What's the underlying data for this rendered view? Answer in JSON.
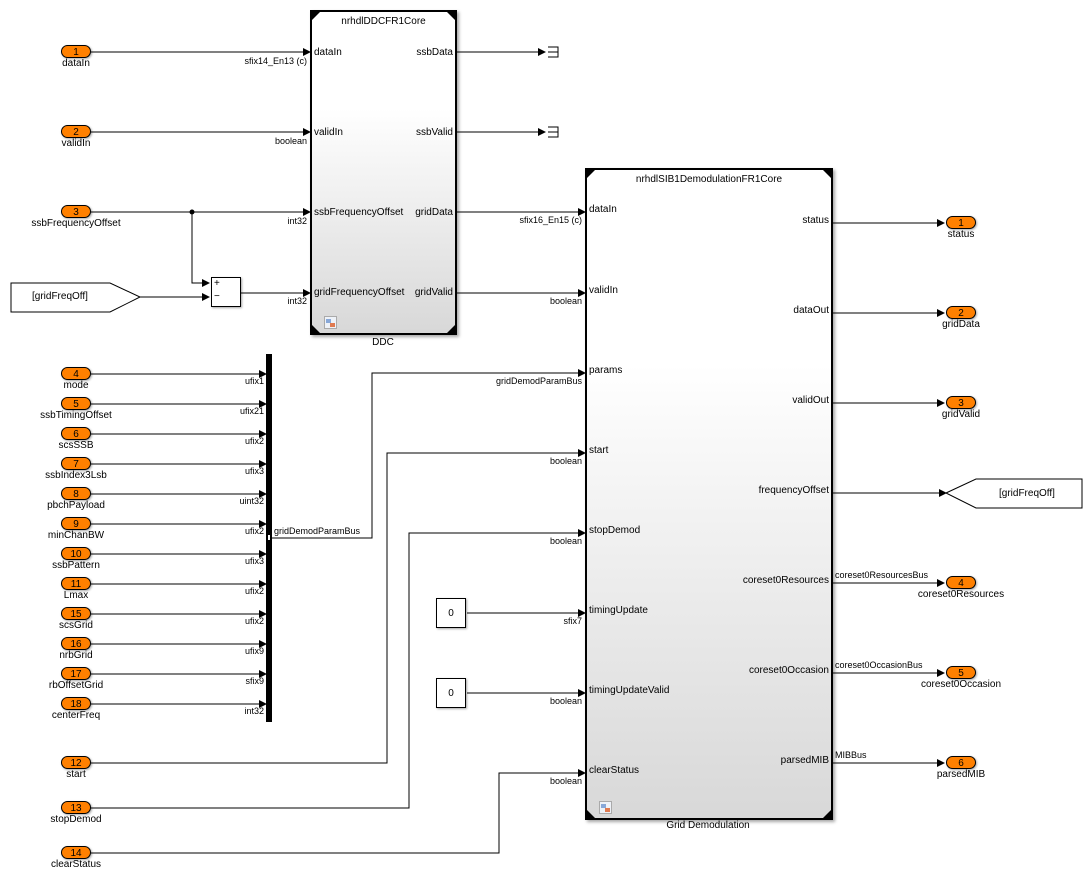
{
  "inports": [
    {
      "num": "1",
      "name": "dataIn",
      "sigtype": "sfix14_En13 (c)"
    },
    {
      "num": "2",
      "name": "validIn",
      "sigtype": "boolean"
    },
    {
      "num": "3",
      "name": "ssbFrequencyOffset",
      "sigtype": "int32"
    },
    {
      "num": "4",
      "name": "mode",
      "sigtype": "ufix1"
    },
    {
      "num": "5",
      "name": "ssbTimingOffset",
      "sigtype": "ufix21"
    },
    {
      "num": "6",
      "name": "scsSSB",
      "sigtype": "ufix2"
    },
    {
      "num": "7",
      "name": "ssbIndex3Lsb",
      "sigtype": "ufix3"
    },
    {
      "num": "8",
      "name": "pbchPayload",
      "sigtype": "uint32"
    },
    {
      "num": "9",
      "name": "minChanBW",
      "sigtype": "ufix2"
    },
    {
      "num": "10",
      "name": "ssbPattern",
      "sigtype": "ufix3"
    },
    {
      "num": "11",
      "name": "Lmax",
      "sigtype": "ufix2"
    },
    {
      "num": "15",
      "name": "scsGrid",
      "sigtype": "ufix2"
    },
    {
      "num": "16",
      "name": "nrbGrid",
      "sigtype": "ufix9"
    },
    {
      "num": "17",
      "name": "rbOffsetGrid",
      "sigtype": "sfix9"
    },
    {
      "num": "18",
      "name": "centerFreq",
      "sigtype": "int32"
    },
    {
      "num": "12",
      "name": "start"
    },
    {
      "num": "13",
      "name": "stopDemod"
    },
    {
      "num": "14",
      "name": "clearStatus"
    }
  ],
  "outports": [
    {
      "num": "1",
      "name": "status"
    },
    {
      "num": "2",
      "name": "gridData"
    },
    {
      "num": "3",
      "name": "gridValid"
    },
    {
      "num": "4",
      "name": "coreset0Resources",
      "sigtype": "coreset0ResourcesBus"
    },
    {
      "num": "5",
      "name": "coreset0Occasion",
      "sigtype": "coreset0OccasionBus"
    },
    {
      "num": "6",
      "name": "parsedMIB",
      "sigtype": "MIBBus"
    }
  ],
  "ddc": {
    "title": "nrhdlDDCFR1Core",
    "name": "DDC",
    "inputs": [
      "dataIn",
      "validIn",
      "ssbFrequencyOffset",
      "gridFrequencyOffset"
    ],
    "outputs": [
      "ssbData",
      "ssbValid",
      "gridData",
      "gridValid"
    ],
    "grid_freq_type": "int32"
  },
  "demod": {
    "title": "nrhdlSIB1DemodulationFR1Core",
    "name": "Grid Demodulation",
    "inputs": [
      "dataIn",
      "validIn",
      "params",
      "start",
      "stopDemod",
      "timingUpdate",
      "timingUpdateValid",
      "clearStatus"
    ],
    "input_types": [
      "sfix16_En15 (c)",
      "boolean",
      "gridDemodParamBus",
      "boolean",
      "boolean",
      "sfix7",
      "boolean",
      "boolean"
    ],
    "outputs": [
      "status",
      "dataOut",
      "validOut",
      "frequencyOffset",
      "coreset0Resources",
      "coreset0Occasion",
      "parsedMIB"
    ]
  },
  "bus_creator": {
    "output_label": "gridDemodParamBus"
  },
  "goto_tag": "[gridFreqOff]",
  "from_tag": "[gridFreqOff]",
  "constants": [
    "0",
    "0"
  ],
  "sum_signs": [
    "+",
    "−"
  ]
}
